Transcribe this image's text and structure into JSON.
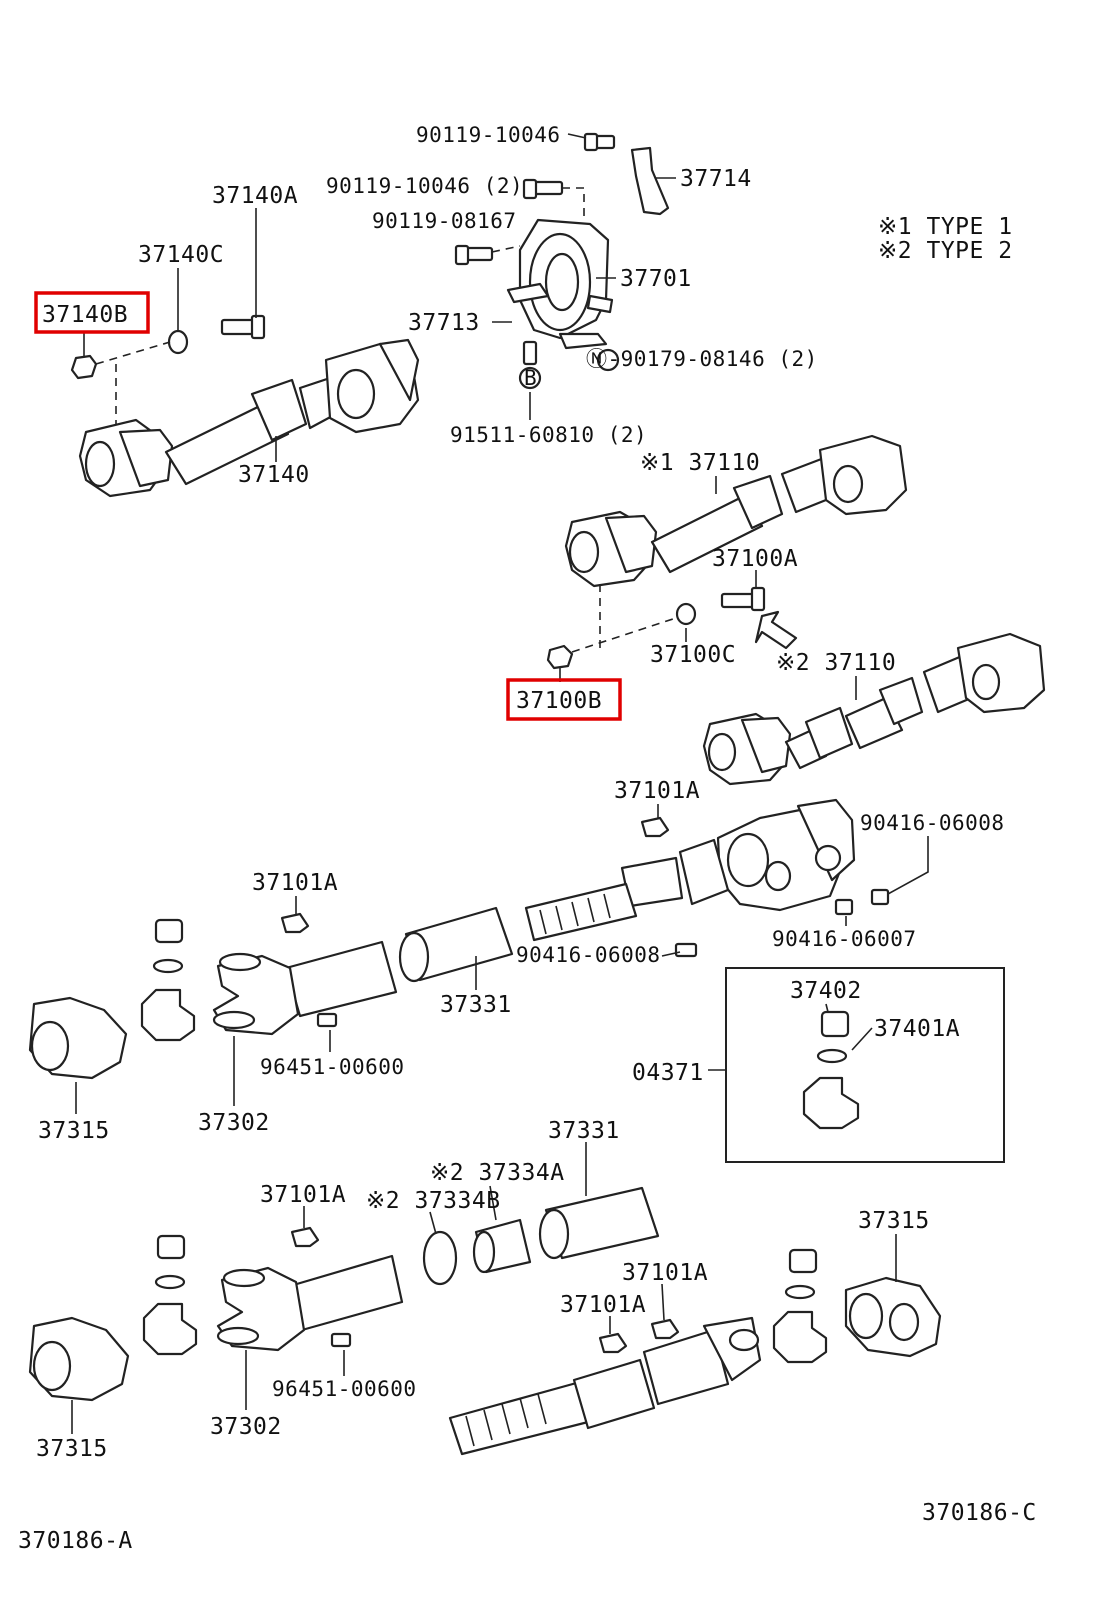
{
  "parts": {
    "p90119_10046": "90119-10046",
    "p90119_10046_2": "90119-10046 (2)",
    "p90119_08167": "90119-08167",
    "p37714": "37714",
    "p37140A": "37140A",
    "p37140C": "37140C",
    "p37140B": "37140B",
    "p37701": "37701",
    "p37713": "37713",
    "p90179_08146": "Ⓝ-90179-08146 (2)",
    "p91511_60810": "91511-60810 (2)",
    "p37140": "37140",
    "p37110_type1": "※1 37110",
    "p37100A": "37100A",
    "p37100C": "37100C",
    "p37100B": "37100B",
    "p37110_type2": "※2 37110",
    "p37101A_1": "37101A",
    "p90416_06008_1": "90416-06008",
    "p37101A_2": "37101A",
    "p90416_06007": "90416-06007",
    "p90416_06008_2": "90416-06008",
    "p37331_1": "37331",
    "p37402": "37402",
    "p37401A": "37401A",
    "p04371": "04371",
    "p96451_00600_1": "96451-00600",
    "p37315_1": "37315",
    "p37302_1": "37302",
    "p37331_2": "37331",
    "p37334A": "※2 37334A",
    "p37101A_3": "37101A",
    "p37334B": "※2 37334B",
    "p37315_2": "37315",
    "p37101A_4": "37101A",
    "p37101A_5": "37101A",
    "p96451_00600_2": "96451-00600",
    "p37302_2": "37302",
    "p37315_3": "37315"
  },
  "legend": {
    "type1": "※1 TYPE  1",
    "type2": "※2 TYPE  2"
  },
  "markers": {
    "b_marker": "B"
  },
  "footer": {
    "left_code": "370186-A",
    "right_code": "370186-C"
  },
  "colors": {
    "highlight": "#e00000",
    "ink": "#222222"
  }
}
